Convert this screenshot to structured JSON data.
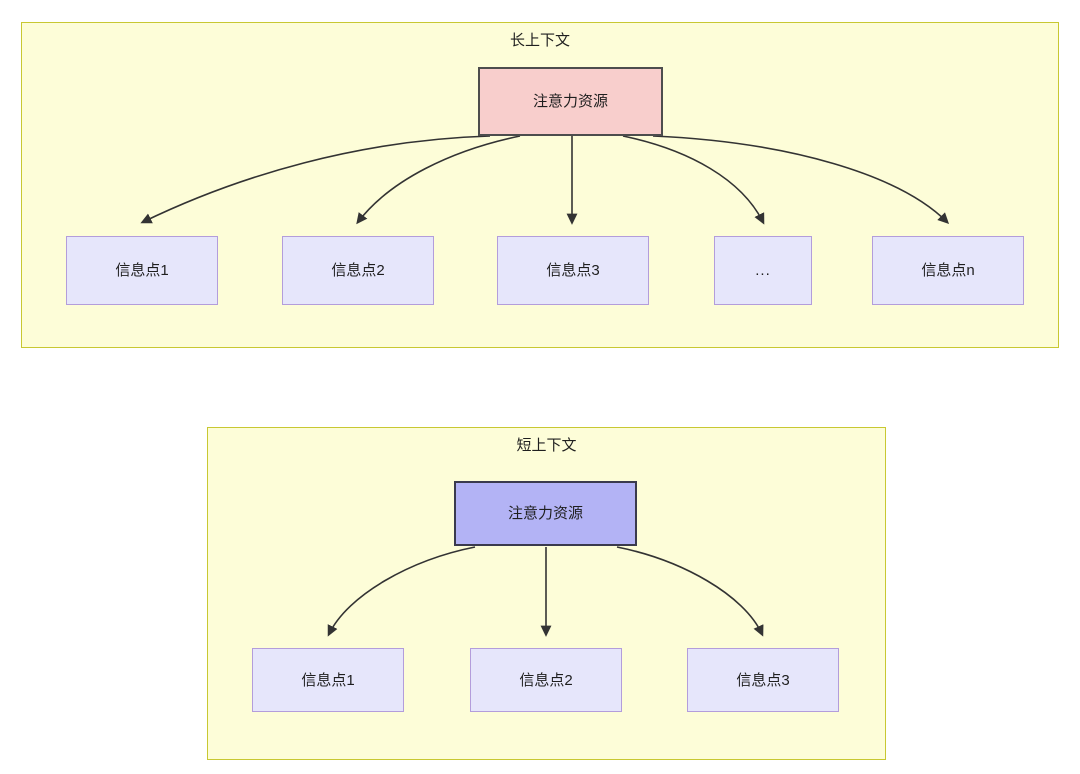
{
  "diagram": {
    "type": "node-link",
    "title_absent": true,
    "colors": {
      "panel_fill": "#fdfdd8",
      "panel_border": "#c8c832",
      "root_long_fill": "#f8cecc",
      "root_long_border": "#4d4d4d",
      "root_short_fill": "#b3b3f5",
      "root_short_border": "#3a3a4d",
      "leaf_fill": "#e6e6fb",
      "leaf_border": "#b39ddb",
      "edge_stroke": "#333333",
      "text": "#1f1f1f"
    },
    "panels": [
      {
        "id": "long-context",
        "title": "长上下文",
        "root": {
          "label": "注意力资源",
          "style": "root_long"
        },
        "leaves": [
          {
            "label": "信息点1"
          },
          {
            "label": "信息点2"
          },
          {
            "label": "信息点3"
          },
          {
            "label": "..."
          },
          {
            "label": "信息点n"
          }
        ]
      },
      {
        "id": "short-context",
        "title": "短上下文",
        "root": {
          "label": "注意力资源",
          "style": "root_short"
        },
        "leaves": [
          {
            "label": "信息点1"
          },
          {
            "label": "信息点2"
          },
          {
            "label": "信息点3"
          }
        ]
      }
    ]
  }
}
